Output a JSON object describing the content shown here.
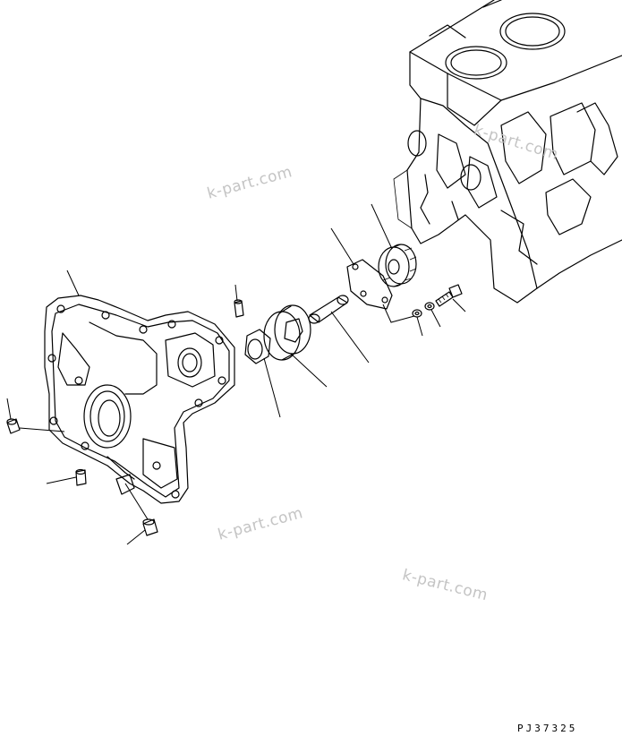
{
  "watermarks": [
    "k-part.com",
    "k-part.com",
    "k-part.com",
    "k-part.com"
  ],
  "drawing_code": "PJ37325"
}
